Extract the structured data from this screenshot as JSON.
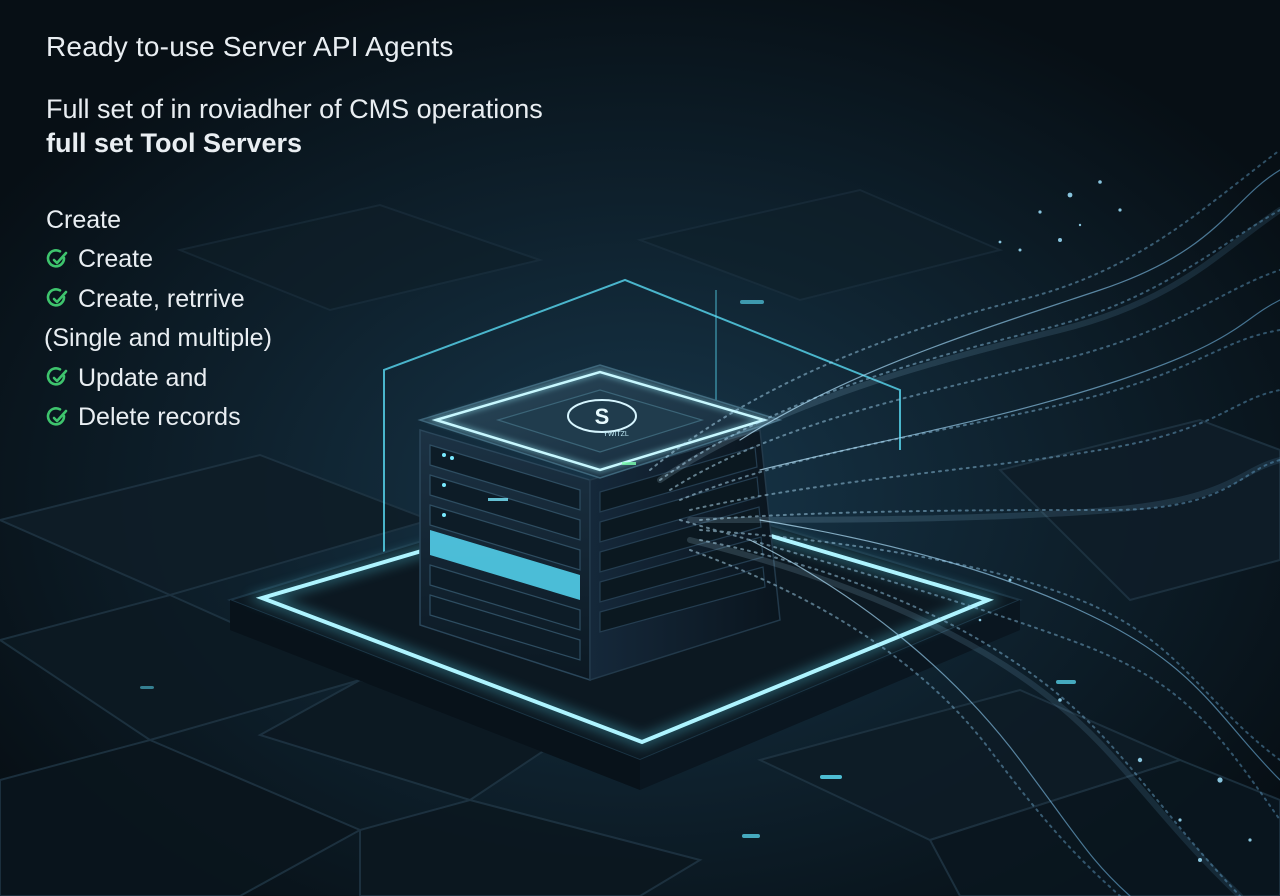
{
  "headline": "Ready to-use Server API Agents",
  "subtitle_line1": "Full set of in roviadher of CMS operations",
  "subtitle_line2": "full set Tool Servers",
  "features_heading": "Create",
  "features": [
    {
      "text": "Create",
      "checked": true
    },
    {
      "text": "Create, retrrive",
      "checked": true
    },
    {
      "text": "(Single and multiple)",
      "checked": false
    },
    {
      "text": "Update and",
      "checked": true
    },
    {
      "text": "Delete records",
      "checked": true
    }
  ],
  "device_logo_text": "S",
  "device_logo_caption": "YWITZL",
  "colors": {
    "background": "#0a141c",
    "glow": "#5ee6ff",
    "check": "#3ec46d",
    "text": "#e9eef2"
  }
}
